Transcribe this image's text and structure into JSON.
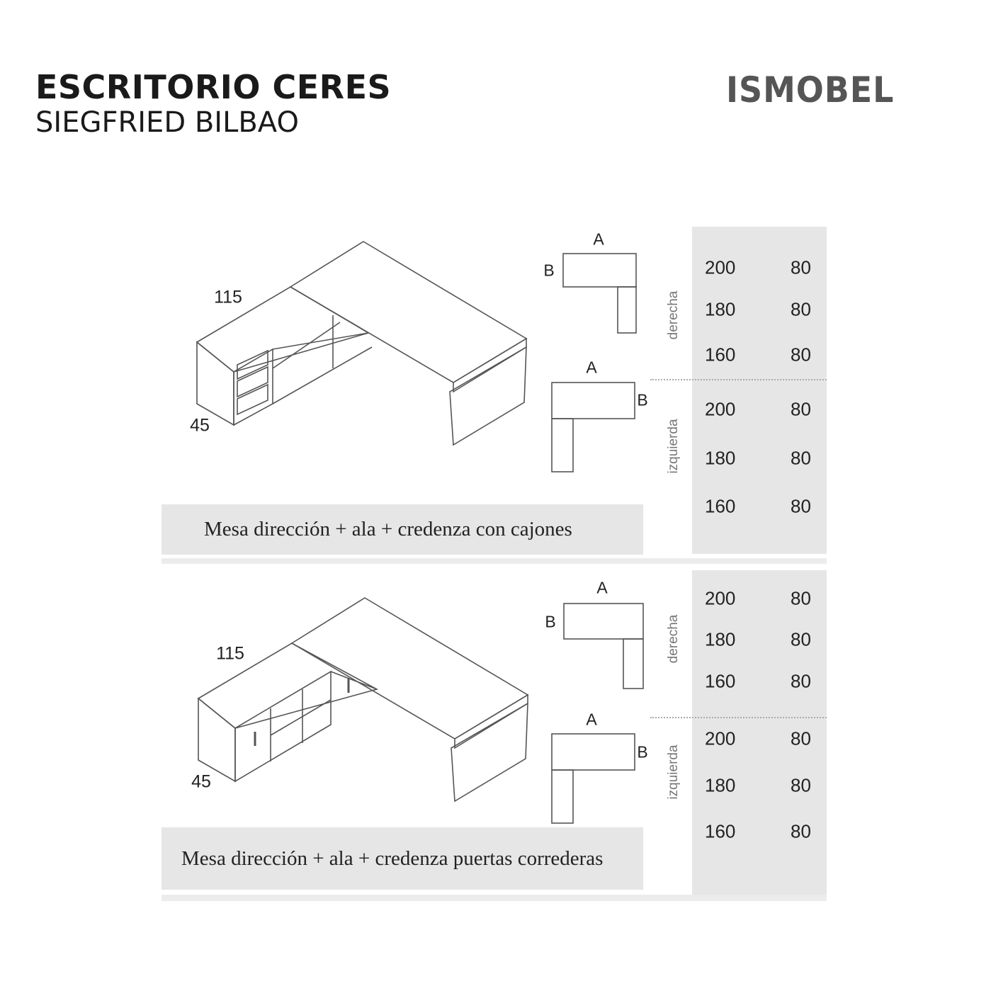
{
  "header": {
    "title": "ESCRITORIO CERES",
    "subtitle": "SIEGFRIED BILBAO",
    "logo": "ISMOBEL"
  },
  "sections": [
    {
      "caption": "Mesa dirección + ala + credenza con cajones",
      "dim_width": "115",
      "dim_depth": "45",
      "diagram_labels": {
        "a": "A",
        "b": "B"
      },
      "derecha": {
        "label": "derecha",
        "rows": [
          [
            "200",
            "80"
          ],
          [
            "180",
            "80"
          ],
          [
            "160",
            "80"
          ]
        ]
      },
      "izquierda": {
        "label": "izquierda",
        "rows": [
          [
            "200",
            "80"
          ],
          [
            "180",
            "80"
          ],
          [
            "160",
            "80"
          ]
        ]
      }
    },
    {
      "caption": "Mesa dirección + ala + credenza puertas correderas",
      "dim_width": "115",
      "dim_depth": "45",
      "diagram_labels": {
        "a": "A",
        "b": "B"
      },
      "derecha": {
        "label": "derecha",
        "rows": [
          [
            "200",
            "80"
          ],
          [
            "180",
            "80"
          ],
          [
            "160",
            "80"
          ]
        ]
      },
      "izquierda": {
        "label": "izquierda",
        "rows": [
          [
            "200",
            "80"
          ],
          [
            "180",
            "80"
          ],
          [
            "160",
            "80"
          ]
        ]
      }
    }
  ]
}
